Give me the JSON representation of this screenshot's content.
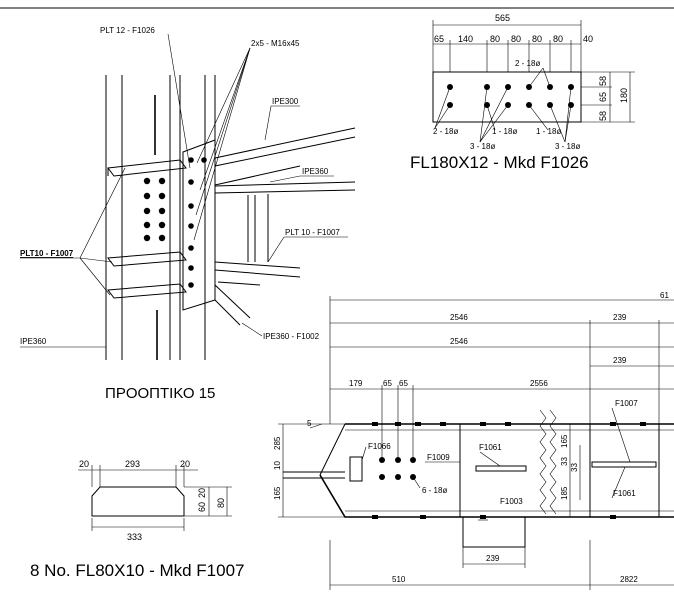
{
  "labels": {
    "plt12": "PLT 12 - F1026",
    "bolts": "2x5 - M16x45",
    "ipe300": "IPE300",
    "ipe360_a": "IPE360",
    "plt10_right": "PLT 10 - F1007",
    "plt10_left": "PLT10 - F1007",
    "ipe360_left": "IPE360",
    "ipe360_f1002": "IPE360 - F1002",
    "view_title": "ΠΡΟΟΠΤΙΚΟ 15"
  },
  "plate_f1026": {
    "overall": "565",
    "spacing": [
      "65",
      "140",
      "80",
      "80",
      "80",
      "80",
      "40"
    ],
    "height": "180",
    "v1": "58",
    "v2": "65",
    "v3": "58",
    "holes": [
      "2 - 18ø",
      "2 - 18ø",
      "1 - 18ø",
      "1 - 18ø",
      "3 - 18ø",
      "3 - 18ø"
    ],
    "title": "FL180X12 - Mkd F1026"
  },
  "plate_f1007": {
    "top": [
      "20",
      "293",
      "20"
    ],
    "bottom": "333",
    "v1": "60",
    "v2": "20",
    "v3": "80",
    "title": "8 No. FL80X10 - Mkd F1007"
  },
  "beam": {
    "dims_top": [
      "2546",
      "239",
      "2546",
      "239",
      "61"
    ],
    "dims_row": [
      "179",
      "65",
      "65",
      "2556"
    ],
    "marks": [
      "F1066",
      "F1009",
      "F1061",
      "F1003",
      "F1007",
      "F1061"
    ],
    "hole_note": "6 - 18ø",
    "left_dims": [
      "285",
      "10",
      "165"
    ],
    "mid_dims": [
      "165",
      "33",
      "33",
      "185"
    ],
    "bottom": [
      "239",
      "510",
      "2822"
    ],
    "slope": "5"
  }
}
